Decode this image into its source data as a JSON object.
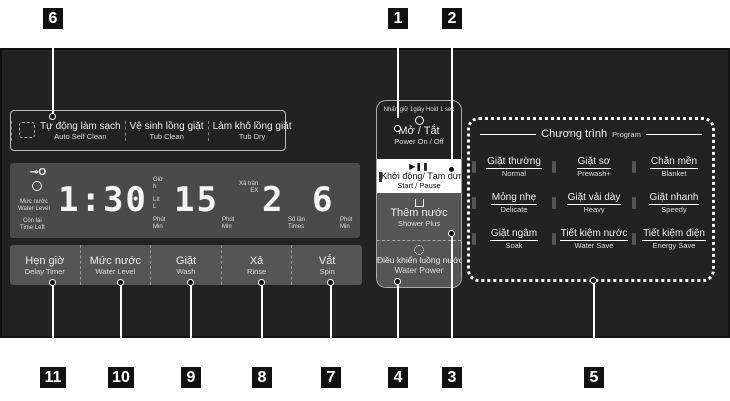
{
  "callouts": [
    "1",
    "2",
    "3",
    "4",
    "5",
    "6",
    "7",
    "8",
    "9",
    "10",
    "11"
  ],
  "self_clean": [
    {
      "vn": "Tự động làm sạch",
      "en": "Auto Self Clean"
    },
    {
      "vn": "Vệ sinh lồng giặt",
      "en": "Tub Clean"
    },
    {
      "vn": "Làm khô lồng giặt",
      "en": "Tub Dry"
    }
  ],
  "display": {
    "left_labels": {
      "water_vn": "Mức nước",
      "water_en": "Water Level",
      "time_vn": "Còn lại",
      "time_en": "Time Left"
    },
    "time": "1:30",
    "unit_h_vn": "Giờ",
    "unit_h_en": "h",
    "unit_l_vn": "Lít",
    "unit_l_en": "L",
    "unit_min_vn": "Phút",
    "unit_min_en": "Min",
    "wash": "15",
    "rinse": "2",
    "spin": "6",
    "ex_vn": "Xả tràn",
    "ex_en": "EX",
    "times_vn": "Số lần",
    "times_en": "Times"
  },
  "buttons": [
    {
      "vn": "Hẹn giờ",
      "en": "Delay Timer"
    },
    {
      "vn": "Mức nước",
      "en": "Water Level"
    },
    {
      "vn": "Giặt",
      "en": "Wash"
    },
    {
      "vn": "Xả",
      "en": "Rinse"
    },
    {
      "vn": "Vắt",
      "en": "Spin"
    }
  ],
  "power": {
    "hold": "Nhấn giữ 1giây  Hold 1 sec",
    "vn": "Mở / Tắt",
    "en": "Power On / Off"
  },
  "start": {
    "vn": "Khởi động/ Tạm dừng",
    "en": "Start / Pause"
  },
  "shower": {
    "vn": "Thêm nước",
    "en": "Shower Plus"
  },
  "water_power": {
    "vn": "Điều khiển luồng nước",
    "en": "Water Power"
  },
  "program": {
    "title_vn": "Chương trình",
    "title_en": "Program",
    "items": [
      {
        "vn": "Giặt thường",
        "en": "Normal"
      },
      {
        "vn": "Giặt sơ",
        "en": "Prewash+"
      },
      {
        "vn": "Chăn mền",
        "en": "Blanket"
      },
      {
        "vn": "Mỏng nhẹ",
        "en": "Delicate"
      },
      {
        "vn": "Giặt vải dày",
        "en": "Heavy"
      },
      {
        "vn": "Giặt nhanh",
        "en": "Speedy"
      },
      {
        "vn": "Giặt ngâm",
        "en": "Soak"
      },
      {
        "vn": "Tiết kiệm nước",
        "en": "Water Save"
      },
      {
        "vn": "Tiết kiệm điện",
        "en": "Energy Save"
      }
    ]
  }
}
